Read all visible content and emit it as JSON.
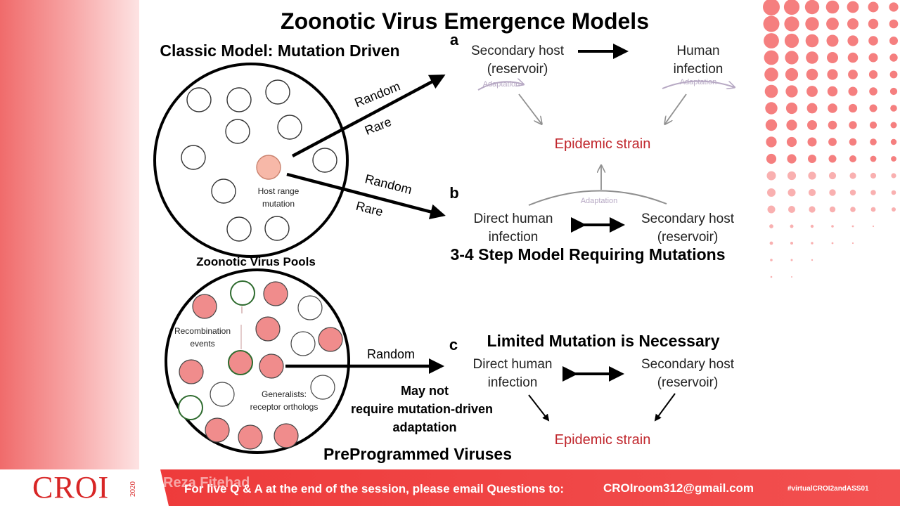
{
  "slide": {
    "title": "Zoonotic Virus Emergence Models",
    "classic_heading": "Classic Model: Mutation Driven",
    "pool_label": "Zoonotic Virus Pools",
    "host_range_label": [
      "Host range",
      "mutation"
    ],
    "recombination_label": [
      "Recombination",
      "events"
    ],
    "generalists_label": [
      "Generalists:",
      "receptor orthologs"
    ],
    "preprogrammed_heading": "PreProgrammed Viruses",
    "arrow_labels": {
      "a_top": "Random",
      "a_bottom": "Rare",
      "b_top": "Random",
      "b_bottom": "Rare",
      "c_top": "Random"
    },
    "may_not": [
      "May not",
      "require mutation-driven",
      "adaptation"
    ],
    "panel_a": {
      "letter": "a",
      "secondary_host": [
        "Secondary host",
        "(reservoir)"
      ],
      "human_infection": [
        "Human",
        "infection"
      ],
      "adaptation_left": "Adaptation",
      "adaptation_right": "Adaptation",
      "epidemic": "Epidemic strain"
    },
    "panel_b": {
      "letter": "b",
      "direct": [
        "Direct human",
        "infection"
      ],
      "secondary_host": [
        "Secondary host",
        "(reservoir)"
      ],
      "adaptation": "Adaptation",
      "caption": "3-4 Step Model Requiring Mutations"
    },
    "panel_c": {
      "letter": "c",
      "heading": "Limited Mutation is Necessary",
      "direct": [
        "Direct human",
        "infection"
      ],
      "secondary_host": [
        "Secondary host",
        "(reservoir)"
      ],
      "epidemic": "Epidemic strain"
    }
  },
  "footer": {
    "logo": "CROI",
    "year": "2020",
    "presenter": "Reza  Fitehad",
    "message": "For live Q & A at the end of the session, please email Questions to:",
    "email": "CROIroom312@gmail.com",
    "hashtag": "#virtualCROI2andASS01"
  },
  "colors": {
    "accent_red": "#c0262c",
    "pink_fill": "#f08c8c",
    "mutant_fill": "#f7b8a8",
    "green_ring": "#2e6b2e",
    "adaptation_gray": "#b7a9c4",
    "footer_red": "#ee3b3b"
  }
}
